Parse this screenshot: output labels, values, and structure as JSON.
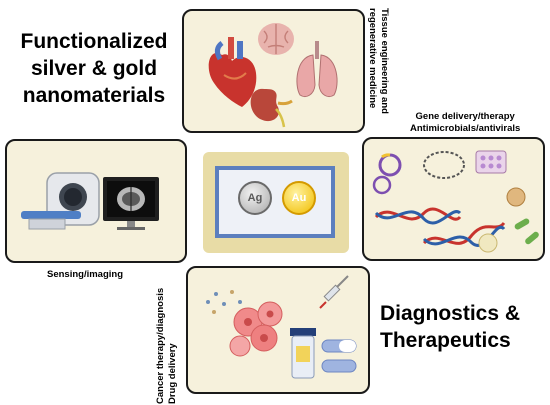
{
  "title_left": [
    "Functionalized",
    "silver & gold",
    "nanomaterials"
  ],
  "title_right": [
    "Diagnostics &",
    "Therapeutics"
  ],
  "labels": {
    "tissue": [
      "Tissue engineering and",
      "regenerative medicine"
    ],
    "gene": [
      "Gene delivery/therapy",
      "Antimicrobials/antivirals"
    ],
    "sensing": "Sensing/imaging",
    "cancer": [
      "Cancer therapy/diagnosis",
      "Drug delivery"
    ]
  },
  "elements": {
    "silver": "Ag",
    "gold": "Au"
  },
  "colors": {
    "panel_bg": "#f6f1dc",
    "center_frame": "#e8dca6",
    "center_border": "#5c7fbe",
    "silver": "#c6c6c6",
    "gold": "#f3c51a"
  },
  "icons": [
    "heart-icon",
    "brain-icon",
    "lungs-icon",
    "kidney-icon",
    "mri-scanner-icon",
    "brain-scan-icon",
    "plasmid-icon",
    "dna-icon",
    "bacteria-icon",
    "well-plate-icon",
    "tumor-cells-icon",
    "syringe-icon",
    "pill-bottle-icon",
    "capsule-icon"
  ]
}
